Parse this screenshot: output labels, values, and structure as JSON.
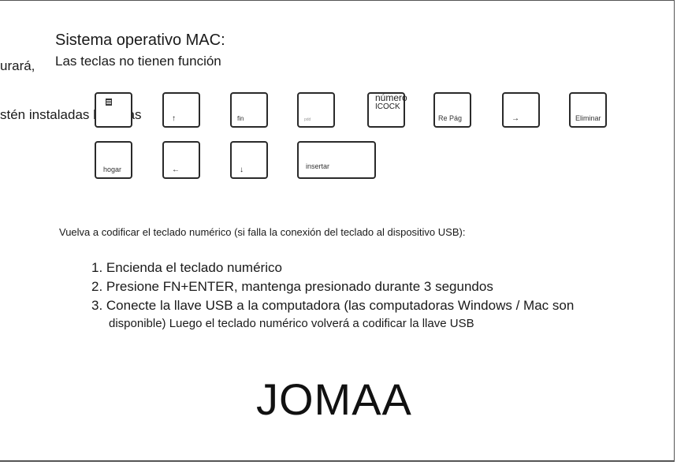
{
  "side_text": {
    "line1": "urará,",
    "line2": "stén instaladas baterías"
  },
  "mac": {
    "title": "Sistema operativo MAC:",
    "subtitle": "Las teclas no tienen función"
  },
  "keys": {
    "row1": [
      {
        "id": "calculator",
        "label": "",
        "icon": "calculator-icon"
      },
      {
        "id": "up",
        "label": "↑"
      },
      {
        "id": "fin",
        "label": "fin"
      },
      {
        "id": "pgdn",
        "label": "pdd"
      },
      {
        "id": "numlock",
        "label_top": "número",
        "label_bottom": "ICOCK"
      },
      {
        "id": "repag",
        "label": "Re Pág"
      },
      {
        "id": "right",
        "label": "→"
      },
      {
        "id": "eliminar",
        "label": "Eliminar"
      }
    ],
    "row2": [
      {
        "id": "hogar",
        "label": "hogar"
      },
      {
        "id": "left",
        "label": "←"
      },
      {
        "id": "down",
        "label": "↓"
      },
      {
        "id": "insertar",
        "label": "insertar"
      }
    ]
  },
  "recode": {
    "intro": "Vuelva a codificar el teclado numérico (si falla la conexión del teclado al dispositivo USB):",
    "steps": [
      "1. Encienda el teclado numérico",
      "2. Presione FN+ENTER, mantenga presionado durante 3 segundos",
      "3. Conecte la llave USB a la computadora (las computadoras Windows / Mac son"
    ],
    "step3_cont": "disponible) Luego el teclado numérico volverá a codificar la llave USB"
  },
  "brand": "JOMAA"
}
